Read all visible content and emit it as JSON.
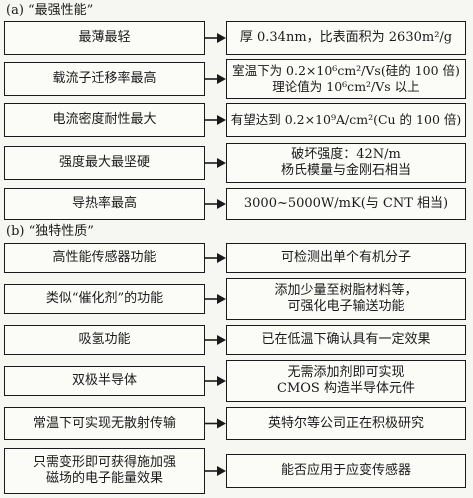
{
  "sections": [
    {
      "label": "(a) “最强性能”",
      "rows": [
        {
          "left": [
            "最薄最轻"
          ],
          "right": [
            "厚 0.34nm，比表面积为 2630m²/g"
          ]
        },
        {
          "left": [
            "载流子迁移率最高"
          ],
          "right": [
            "室温下为 0.2×10⁶cm²/Vs(硅的 100 倍)",
            "理论值为 10⁶cm²/Vs 以上"
          ]
        },
        {
          "left": [
            "电流密度耐性最大"
          ],
          "right": [
            "有望达到 0.2×10⁹A/cm²(Cu 的 100 倍)"
          ]
        },
        {
          "left": [
            "强度最大最坚硬"
          ],
          "right": [
            "破坏强度：42N/m",
            "杨氏模量与金刚石相当"
          ]
        },
        {
          "left": [
            "导热率最高"
          ],
          "right": [
            "3000~5000W/mK(与 CNT 相当)"
          ]
        }
      ]
    },
    {
      "label": "(b) “独特性质”",
      "rows": [
        {
          "left": [
            "高性能传感器功能"
          ],
          "right": [
            "可检测出单个有机分子"
          ]
        },
        {
          "left": [
            "类似“催化剂”的功能"
          ],
          "right": [
            "添加少量至树脂材料等，",
            "可强化电子输送功能"
          ]
        },
        {
          "left": [
            "吸氢功能"
          ],
          "right": [
            "已在低温下确认具有一定效果"
          ]
        },
        {
          "left": [
            "双极半导体"
          ],
          "right": [
            "无需添加剂即可实现",
            "CMOS 构造半导体元件"
          ]
        },
        {
          "left": [
            "常温下可实现无散射传输"
          ],
          "right": [
            "英特尔等公司正在积极研究"
          ]
        },
        {
          "left": [
            "只需变形即可获得施加强",
            "磁场的电子能量效果"
          ],
          "right": [
            "能否应用于应变传感器"
          ]
        }
      ]
    }
  ]
}
